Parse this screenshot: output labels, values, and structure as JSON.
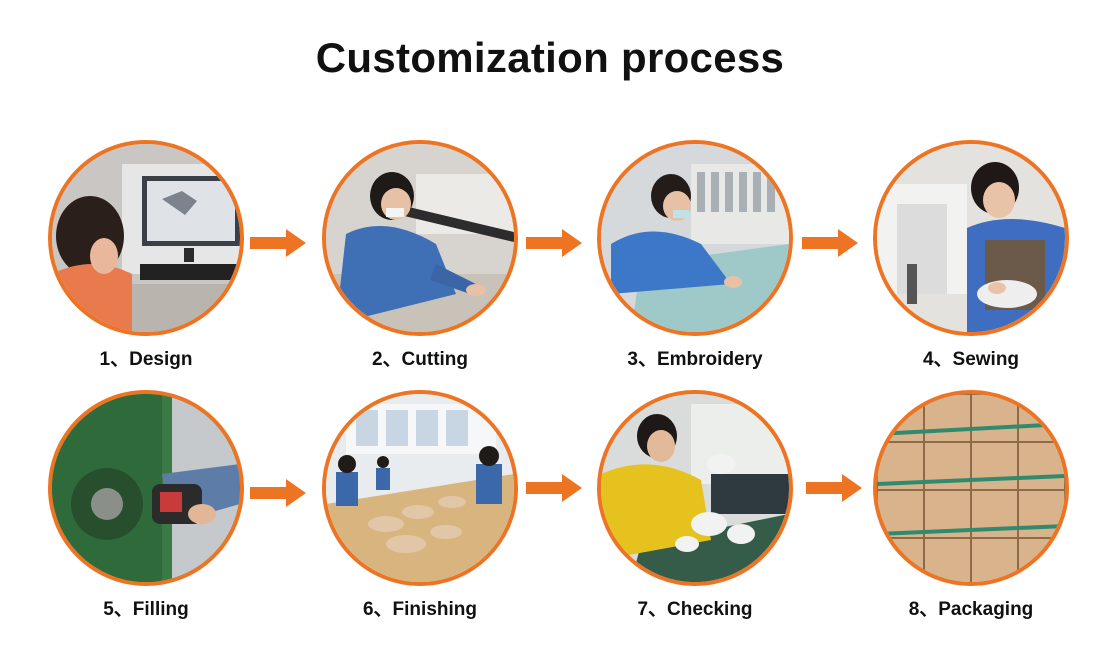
{
  "title": "Customization process",
  "accent_color": "#ed7422",
  "steps": [
    {
      "label": "1、Design",
      "scene": "designer-at-computer"
    },
    {
      "label": "2、Cutting",
      "scene": "worker-cutting-fabric"
    },
    {
      "label": "3、Embroidery",
      "scene": "worker-at-embroidery-machine"
    },
    {
      "label": "4、Sewing",
      "scene": "worker-at-sewing-machine"
    },
    {
      "label": "5、Filling",
      "scene": "worker-filling-toy"
    },
    {
      "label": "6、Finishing",
      "scene": "workers-at-finishing-table"
    },
    {
      "label": "7、Checking",
      "scene": "worker-inspecting-toys"
    },
    {
      "label": "8、Packaging",
      "scene": "stacked-cartons"
    }
  ]
}
